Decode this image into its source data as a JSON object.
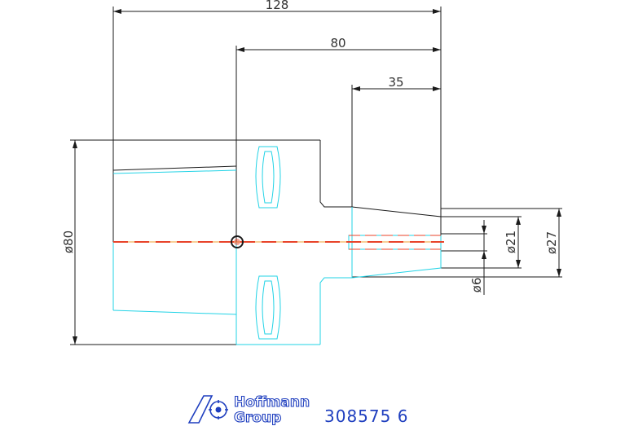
{
  "dimensions": {
    "overall_length": "128",
    "mid_length": "80",
    "shank_length": "35",
    "body_diameter": "ø80",
    "bore_diameter": "ø21",
    "shank_diameter": "ø27",
    "pin_diameter": "ø6"
  },
  "title_block": {
    "brand_line1": "Hoffmann",
    "brand_line2": "Group",
    "part_number": "308575  6"
  },
  "colors": {
    "outline": "#1a1a1a",
    "hidden_edge": "#22d3e6",
    "centerline_red": "#e8432a",
    "centerline_orange": "#f0a030",
    "brand_blue": "#1f3fbf"
  }
}
